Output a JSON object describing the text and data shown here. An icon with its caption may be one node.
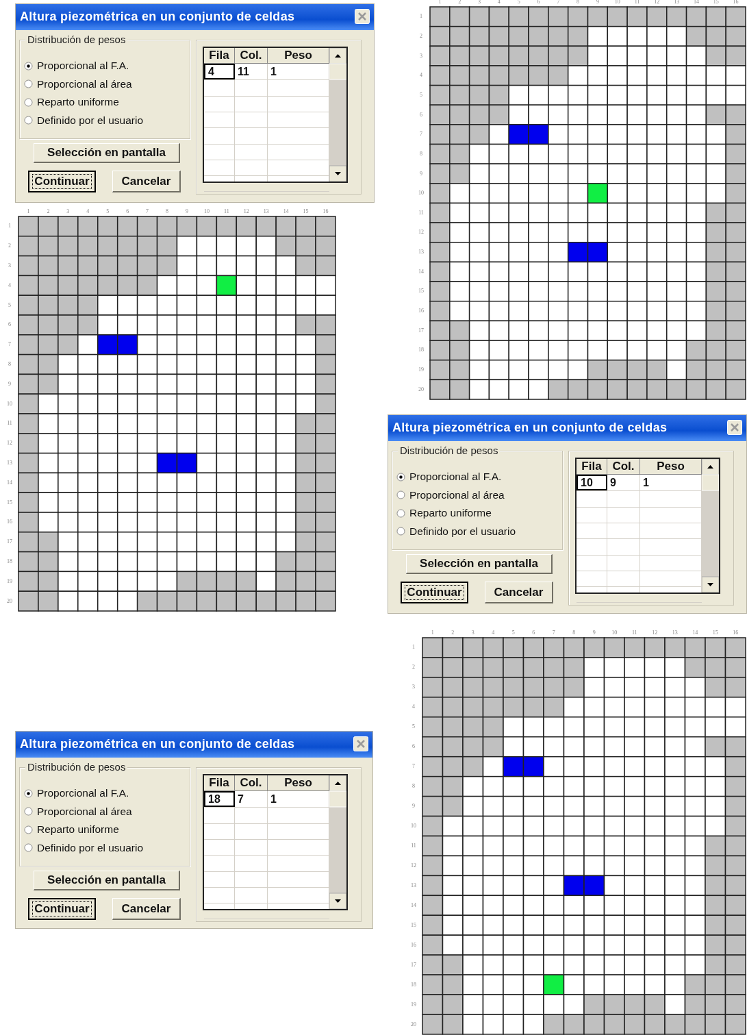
{
  "diagram": {
    "nodes": [
      {
        "text": [
          "Altura piezométrica en un conjunto de celdas"
        ]
      },
      {
        "text": [
          "Distribución de pesos",
          "Proporcional al F.A.",
          "Proporcional al área",
          "Reparto uniforme",
          "Definido por el usuario"
        ],
        "in": 0
      },
      {
        "text": [
          "Selección en pantalla"
        ],
        "in": 0
      },
      {
        "text": [
          "Continuar"
        ],
        "in": 0
      },
      {
        "text": [
          "Cancelar"
        ],
        "in": 0
      },
      {
        "text": [
          "Fila",
          "Col.",
          "Peso",
          "4",
          "11",
          "1"
        ],
        "in": 0
      },
      {
        "text": [
          "Altura piezométrica en un conjunto de celdas"
        ]
      },
      {
        "text": [
          "Distribución de pesos",
          "Proporcional al F.A.",
          "Proporcional al área",
          "Reparto uniforme",
          "Definido por el usuario"
        ],
        "in": 6
      },
      {
        "text": [
          "Selección en pantalla"
        ],
        "in": 6
      },
      {
        "text": [
          "Continuar"
        ],
        "in": 6
      },
      {
        "text": [
          "Cancelar"
        ],
        "in": 6
      },
      {
        "text": [
          "Fila",
          "Col.",
          "Peso",
          "10",
          "9",
          "1"
        ],
        "in": 6
      },
      {
        "text": [
          "Altura piezométrica en un conjunto de celdas"
        ]
      },
      {
        "text": [
          "Distribución de pesos",
          "Proporcional al F.A.",
          "Proporcional al área",
          "Reparto uniforme",
          "Definido por el usuario"
        ],
        "in": 12
      },
      {
        "text": [
          "Selección en pantalla"
        ],
        "in": 12
      },
      {
        "text": [
          "Continuar"
        ],
        "in": 12
      },
      {
        "text": [
          "Cancelar"
        ],
        "in": 12
      },
      {
        "text": [
          "Fila",
          "Col.",
          "Peso",
          "18",
          "7",
          "1"
        ],
        "in": 12
      }
    ],
    "labels": [
      "1",
      "2",
      "3",
      "4",
      "5",
      "6",
      "7",
      "8",
      "9",
      "10",
      "11",
      "12",
      "13",
      "14",
      "15",
      "16",
      "1",
      "2",
      "3",
      "4",
      "5",
      "6",
      "7",
      "8",
      "9",
      "10",
      "11",
      "12",
      "13",
      "14",
      "15",
      "16",
      "17",
      "18",
      "19",
      "20",
      "1",
      "2",
      "3",
      "4",
      "5",
      "6",
      "7",
      "8",
      "9",
      "10",
      "11",
      "12",
      "13",
      "14",
      "15",
      "16",
      "1",
      "2",
      "3",
      "4",
      "5",
      "6",
      "7",
      "8",
      "9",
      "10",
      "11",
      "12",
      "13",
      "14",
      "15",
      "16",
      "17",
      "18",
      "19",
      "20",
      "1",
      "2",
      "3",
      "4",
      "5",
      "6",
      "7",
      "8",
      "9",
      "10",
      "11",
      "12",
      "13",
      "14",
      "15",
      "16",
      "1",
      "2",
      "3",
      "4",
      "5",
      "6",
      "7",
      "8",
      "9",
      "10",
      "11",
      "12",
      "13",
      "14",
      "15",
      "16",
      "17",
      "18",
      "19",
      "20"
    ]
  }
}
